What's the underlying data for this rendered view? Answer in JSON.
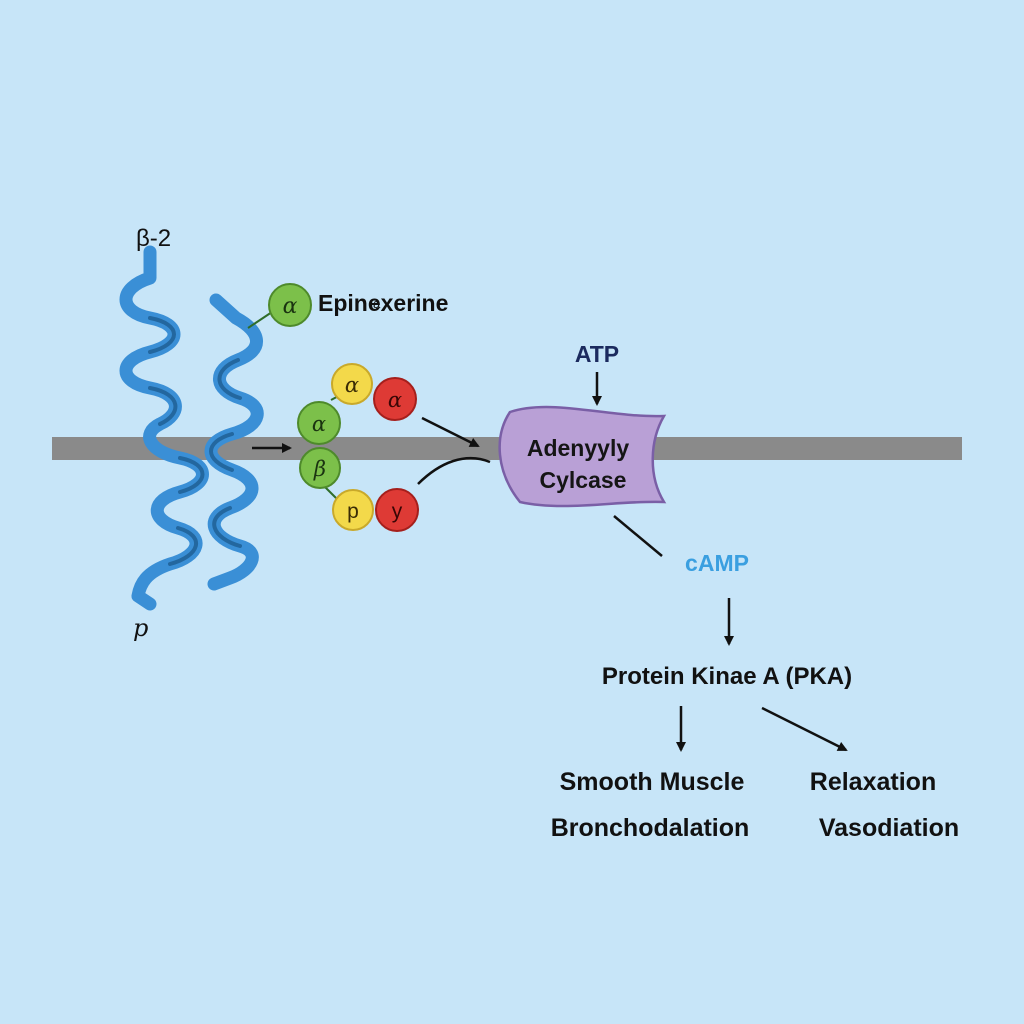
{
  "diagram": {
    "colors": {
      "background": "#c7e5f8",
      "membrane": "#8a8a8a",
      "receptor": "#3a8fd6",
      "receptor_dark": "#23679f",
      "subunit_green": "#7cc04a",
      "subunit_yellow": "#f3d94a",
      "subunit_red": "#de3a35",
      "enzyme": "#b9a0d6",
      "enzyme_edge": "#7a5fa6",
      "atp_text": "#1b2a5e",
      "camp_text": "#3a9fe0",
      "arrow": "#111111"
    },
    "receptor": {
      "label_top": "β-2",
      "label_bottom": "p"
    },
    "ligand": {
      "symbol": "α",
      "label": "Epinexerine",
      "label_overlay": "a"
    },
    "g_protein": {
      "subunits": [
        {
          "symbol": "α",
          "color": "yellow"
        },
        {
          "symbol": "α",
          "color": "red"
        },
        {
          "symbol": "α",
          "color": "green"
        },
        {
          "symbol": "β",
          "color": "green"
        },
        {
          "symbol": "p",
          "color": "yellow"
        },
        {
          "symbol": "y",
          "color": "red"
        }
      ]
    },
    "enzyme": {
      "label_line1": "Adenyyly",
      "label_line2": "Cylcase"
    },
    "pathway": {
      "atp": "ATP",
      "camp": "cAMP",
      "pka": "Protein Kinae A (PKA)",
      "outcome_left_1": "Smooth Muscle",
      "outcome_left_2": "Bronchodalation",
      "outcome_right_1": "Relaxation",
      "outcome_right_2": "Vasodiation"
    }
  }
}
